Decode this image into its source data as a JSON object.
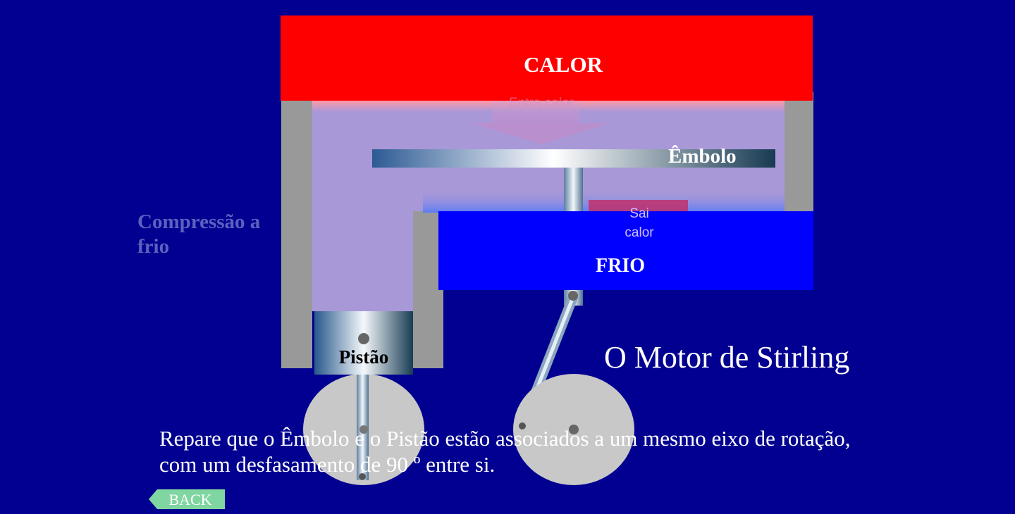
{
  "diagram": {
    "hot_label": "CALOR",
    "cold_label": "FRIO",
    "displacer_label": "Êmbolo",
    "piston_label": "Pistão",
    "heat_out_label": "Sai calor",
    "heat_in_label": "Entra calor",
    "phase_label": "Compressão a frio",
    "title": "O Motor de Stirling",
    "caption": "Repare que o Êmbolo e o Pistão estão associados a um mesmo eixo de rotação, com um desfasamento de 90 º entre si."
  },
  "navigation": {
    "back_label": "BACK"
  },
  "colors": {
    "background": "#020090",
    "hot": "#ff0000",
    "cold": "#0000ff",
    "gas": "#a898d8",
    "wall": "#999999",
    "wheel": "#c8c8c8",
    "back_button": "#7fd6a0"
  }
}
